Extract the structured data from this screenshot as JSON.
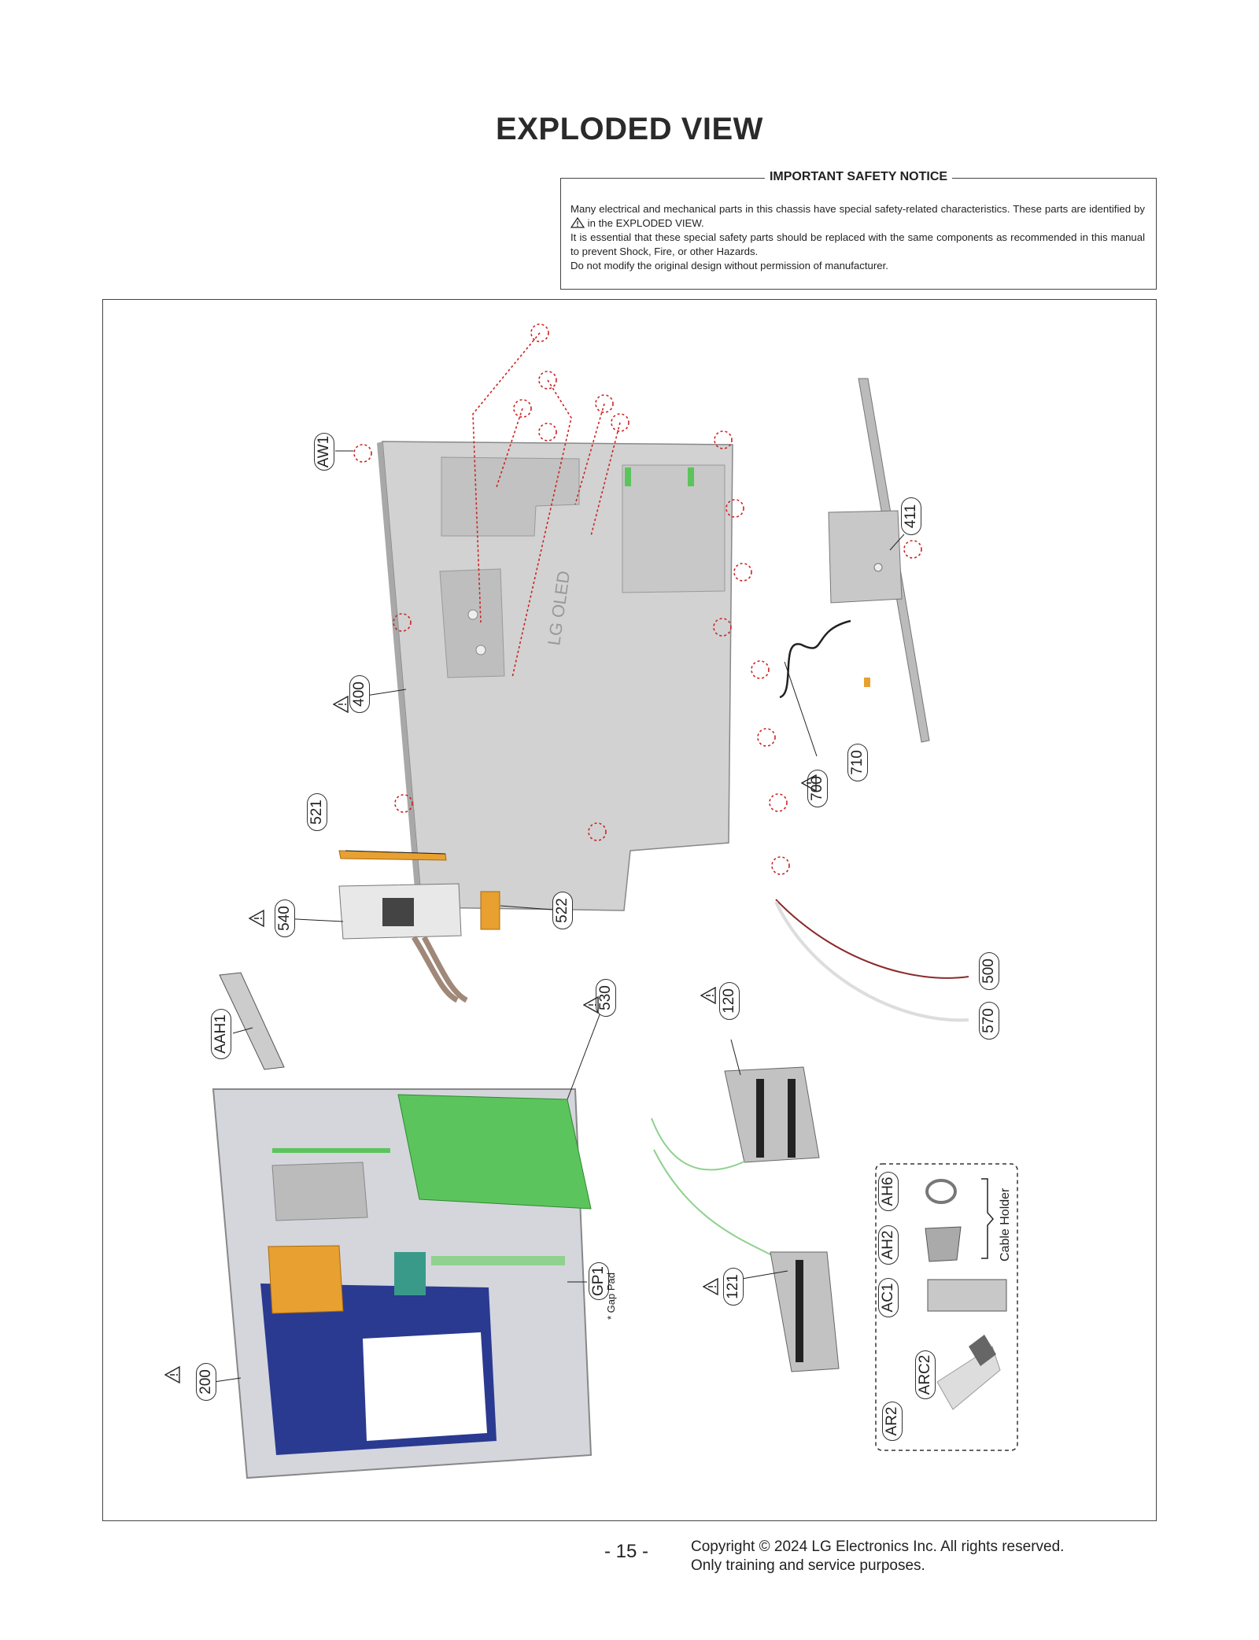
{
  "title": "EXPLODED VIEW",
  "notice": {
    "heading": "IMPORTANT SAFETY NOTICE",
    "line1a": "Many electrical and mechanical parts in this chassis have special safety-related characteristics. These parts are identified by",
    "line1b": "in the EXPLODED VIEW.",
    "line2": "It is essential that these special safety parts should be replaced with the same components as recommended in this manual to prevent Shock, Fire, or other Hazards.",
    "line3": "Do not modify the original design without permission of manufacturer."
  },
  "parts": {
    "aw1": "AW1",
    "p400": "400",
    "p411": "411",
    "p700": "700",
    "p710": "710",
    "p521": "521",
    "p540": "540",
    "p522": "522",
    "p500": "500",
    "p570": "570",
    "aah1": "AAH1",
    "p530": "530",
    "p120": "120",
    "p121": "121",
    "gp1": "GP1",
    "p200": "200",
    "ah6": "AH6",
    "ah2": "AH2",
    "ac1": "AC1",
    "arc2": "ARC2",
    "ar2": "AR2"
  },
  "gap_pad_note": "* Gap Pad",
  "cable_holder_note": "Cable Holder",
  "panel_logo": "LG OLED",
  "page_number": "- 15 -",
  "copyright": {
    "line1": "Copyright © 2024 LG Electronics Inc. All rights reserved.",
    "line2": "Only training and service purposes."
  },
  "colors": {
    "screw_marker": "#cc2222",
    "panel_gray": "#cfcfcf",
    "pcb_green": "#5cc45c",
    "bracket_orange": "#e8a030",
    "frame_blue": "#2a3a90"
  }
}
